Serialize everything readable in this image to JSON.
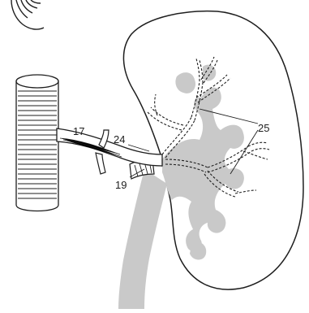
{
  "figure": {
    "description_type": "anatomical line drawing",
    "colors": {
      "ink": "#1e1e1e",
      "pelvis_fill": "#c9c9c9",
      "background": "#ffffff"
    },
    "labels": {
      "artery": "17",
      "vein": "24",
      "branch": "19",
      "segmental_arteries": "25"
    }
  }
}
